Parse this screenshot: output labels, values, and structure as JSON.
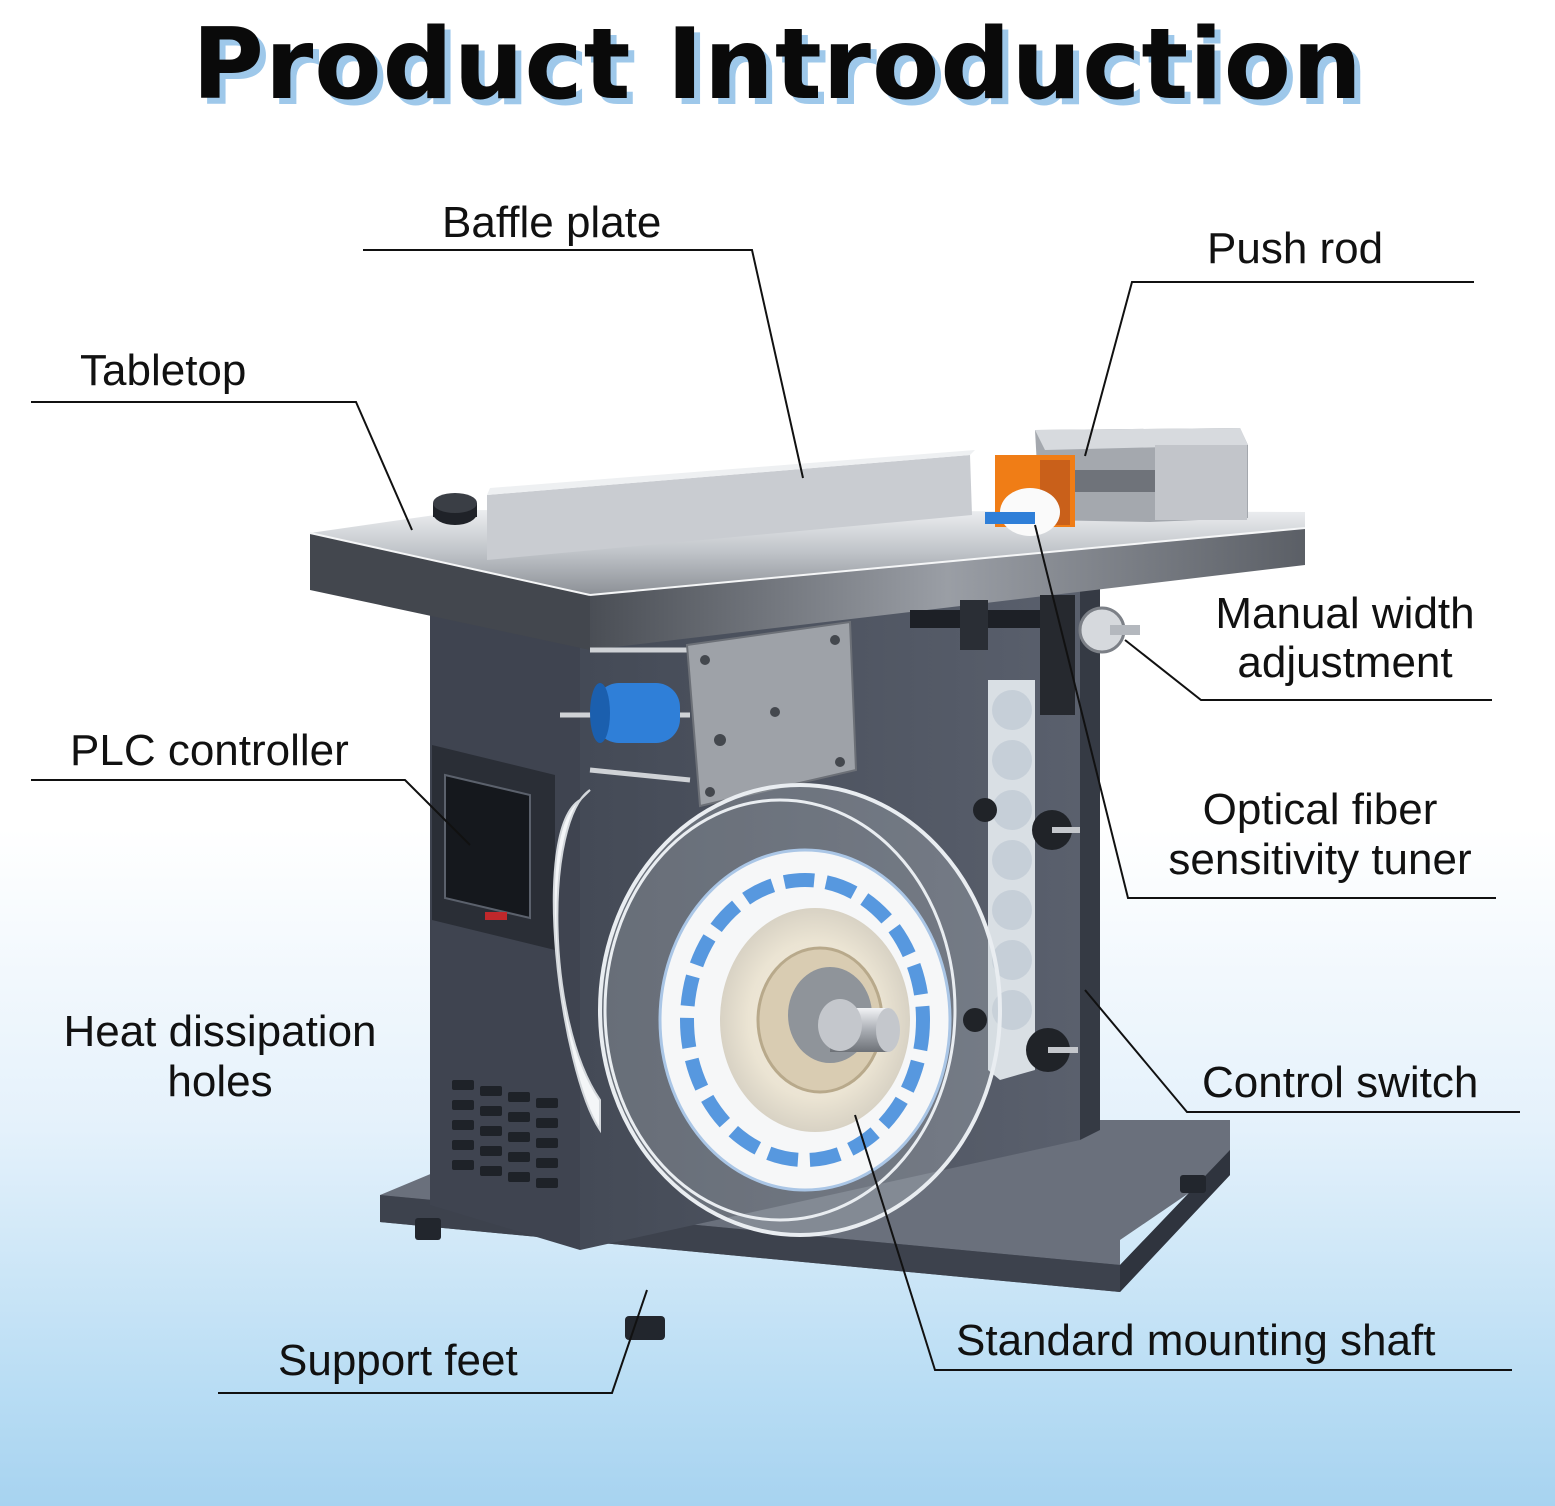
{
  "title": "Product Introduction",
  "labels": {
    "baffle_plate": "Baffle plate",
    "push_rod": "Push rod",
    "tabletop": "Tabletop",
    "manual_width_line1": "Manual width",
    "manual_width_line2": "adjustment",
    "plc_controller": "PLC controller",
    "optical_fiber_line1": "Optical fiber",
    "optical_fiber_line2": "sensitivity tuner",
    "heat_dissipation_line1": "Heat dissipation",
    "heat_dissipation_line2": "holes",
    "control_switch": "Control switch",
    "standard_mounting_shaft": "Standard mounting shaft",
    "support_feet": "Support feet"
  },
  "colors": {
    "body": "#4f5563",
    "body_dark": "#3a3f4a",
    "steel": "#b9bcc2",
    "accent_blue": "#2f7fd8",
    "accent_orange": "#f28a1c"
  }
}
